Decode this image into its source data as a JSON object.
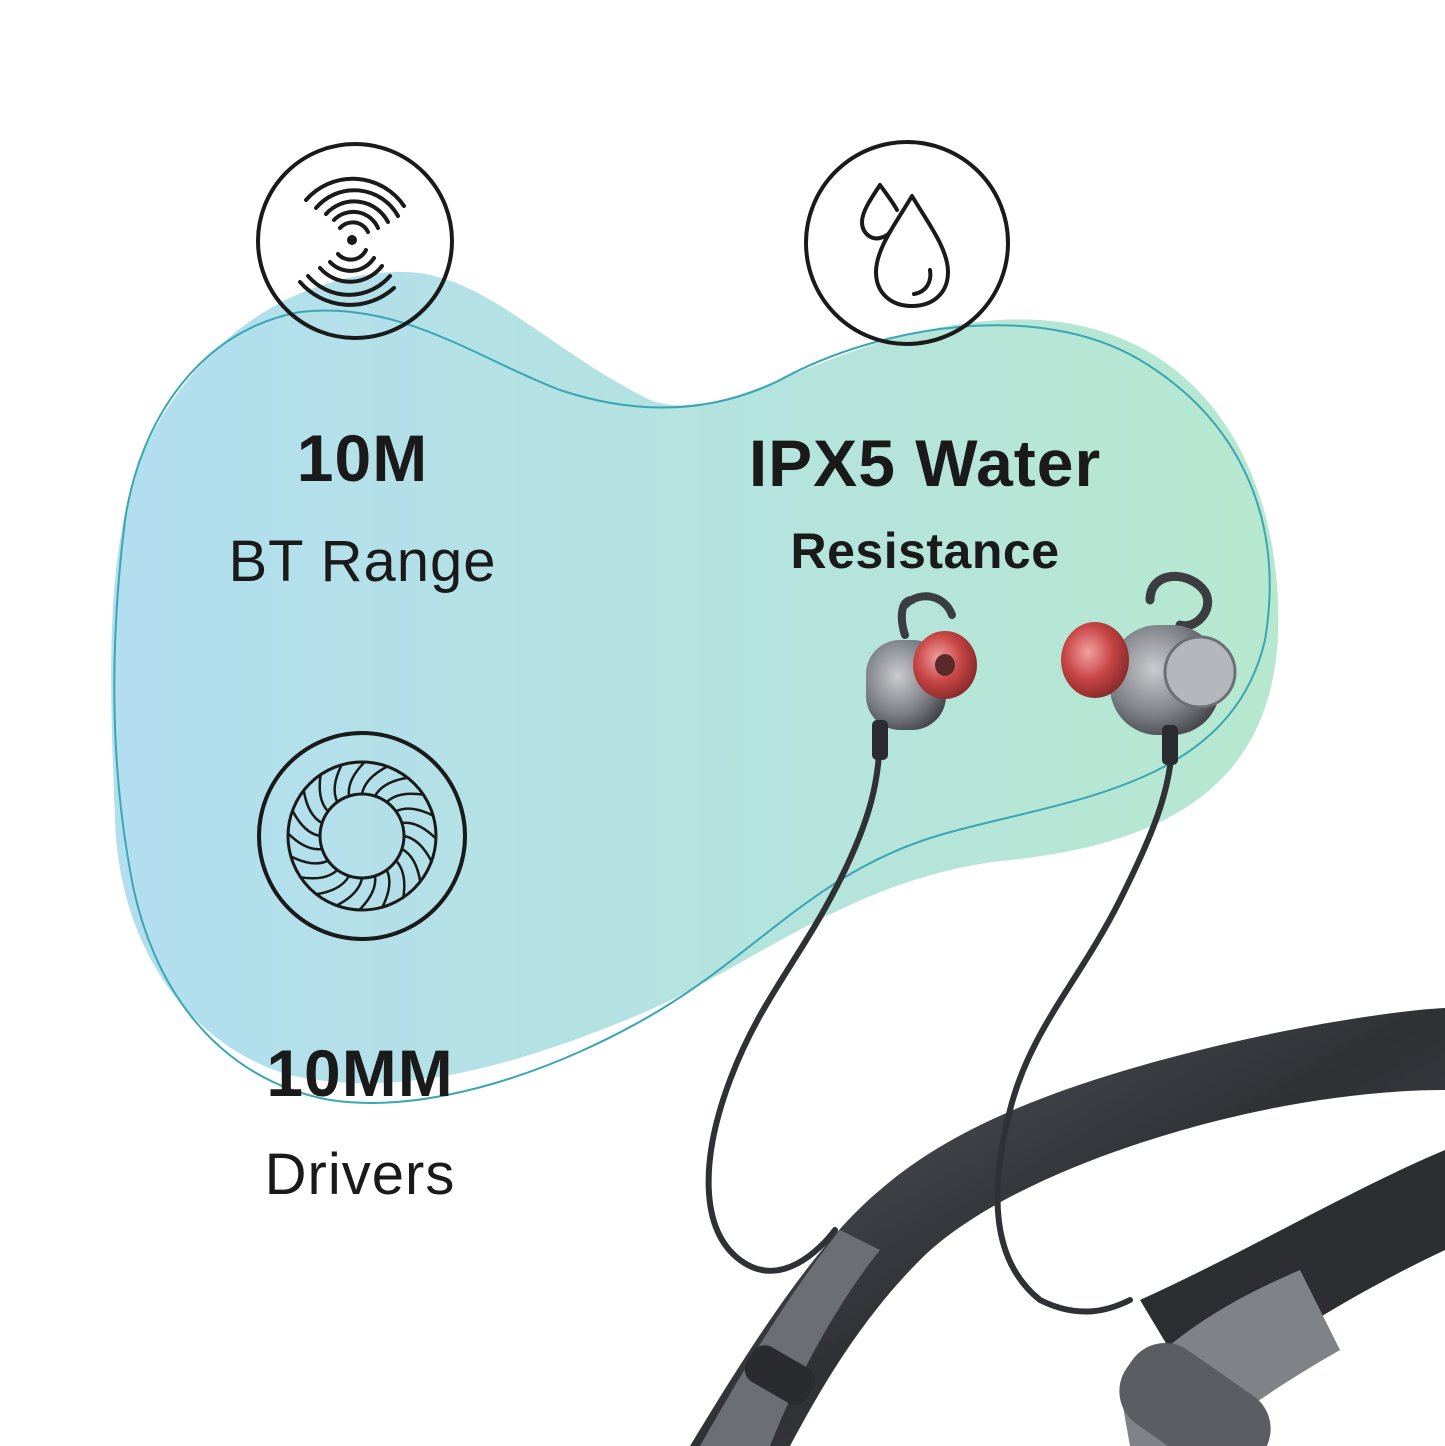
{
  "features": {
    "range": {
      "value": "10M",
      "label": "BT Range",
      "icon": "signal-waves-icon"
    },
    "water": {
      "value": "IPX5 Water",
      "label": "Resistance",
      "icon": "water-drops-icon"
    },
    "drivers": {
      "value": "10MM",
      "label": "Drivers",
      "icon": "speaker-driver-icon"
    }
  },
  "colors": {
    "blob_left": "#b2def0",
    "blob_right": "#b6e6d3",
    "outline": "#3aa6b4",
    "text": "#1a1a1a",
    "product": "#3a3c40"
  }
}
